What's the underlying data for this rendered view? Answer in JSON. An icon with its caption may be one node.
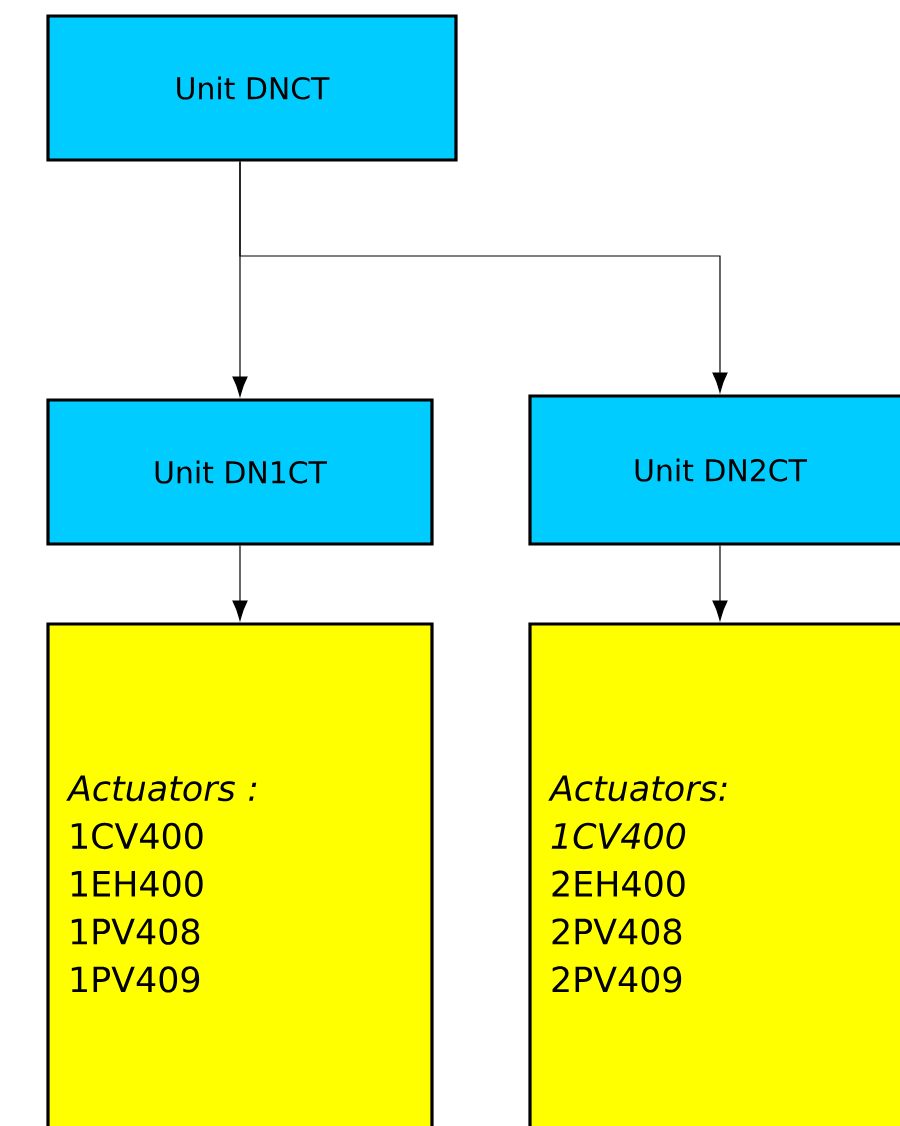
{
  "diagram": {
    "nodes": [
      {
        "text": [
          "Unit DNCT"
        ]
      },
      {
        "text": [
          "Unit DN1CT"
        ]
      },
      {
        "text": [
          "Unit DN2CT"
        ]
      },
      {
        "text": [
          "Actuators :",
          "1CV400",
          "1EH400",
          "1PV408",
          "1PV409"
        ]
      },
      {
        "text": [
          "Actuators:",
          "*1CV400*",
          "2EH400",
          "2PV408",
          "2PV409"
        ]
      }
    ],
    "edges": [
      {
        "from": 0,
        "to": 1,
        "arrow": "to"
      },
      {
        "from": 0,
        "to": 2,
        "arrow": "to"
      },
      {
        "from": 1,
        "to": 3,
        "arrow": "to"
      },
      {
        "from": 2,
        "to": 4,
        "arrow": "to"
      }
    ]
  }
}
